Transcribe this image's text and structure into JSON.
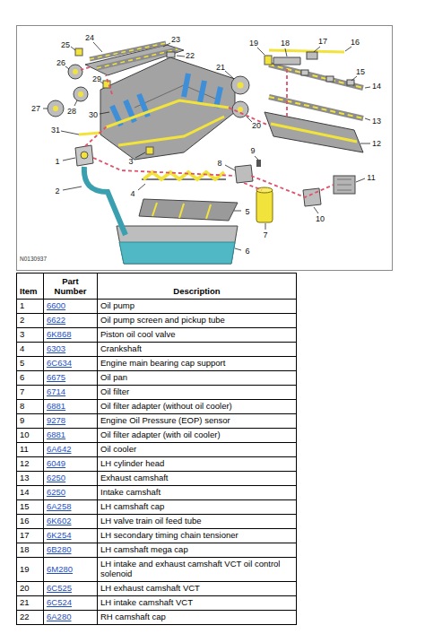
{
  "diagram": {
    "labels": [
      "1",
      "2",
      "3",
      "4",
      "5",
      "6",
      "7",
      "8",
      "9",
      "10",
      "11",
      "12",
      "13",
      "14",
      "15",
      "16",
      "17",
      "18",
      "19",
      "20",
      "21",
      "22",
      "23",
      "24",
      "25",
      "26",
      "27",
      "28",
      "29",
      "30",
      "31",
      "N0130937",
      "Item",
      "Part Number",
      "Description",
      "1",
      "6600",
      "Oil pump",
      "2",
      "6622",
      "Oil pump screen and pickup tube",
      "3",
      "6K868",
      "Piston oil cool valve",
      "4",
      "6303",
      "Crankshaft",
      "5",
      "6C634",
      "Engine main bearing cap support",
      "6",
      "6675",
      "Oil pan",
      "7",
      "6714",
      "Oil filter",
      "8",
      "6881",
      "Oil filter adapter (without oil cooler)",
      "9",
      "9278",
      "Engine Oil Pressure (EOP) sensor",
      "10",
      "6881",
      "Oil filter adapter (with oil cooler)",
      "11",
      "6A642",
      "Oil cooler",
      "12",
      "6049",
      "LH cylinder head",
      "13",
      "6250",
      "Exhaust camshaft",
      "14",
      "6250",
      "Intake camshaft",
      "15",
      "6A258",
      "LH camshaft cap",
      "16",
      "6K602",
      "LH valve train oil feed tube",
      "17",
      "6K254",
      "LH secondary timing chain tensioner",
      "18",
      "6B280",
      "LH camshaft mega cap",
      "19",
      "6M280",
      "LH intake and exhaust camshaft VCT oil control solenoid",
      "20",
      "6C525",
      "LH exhaust camshaft VCT",
      "21",
      "6C524",
      "LH intake camshaft VCT",
      "22",
      "6A280",
      "RH camshaft cap"
    ]
  }
}
